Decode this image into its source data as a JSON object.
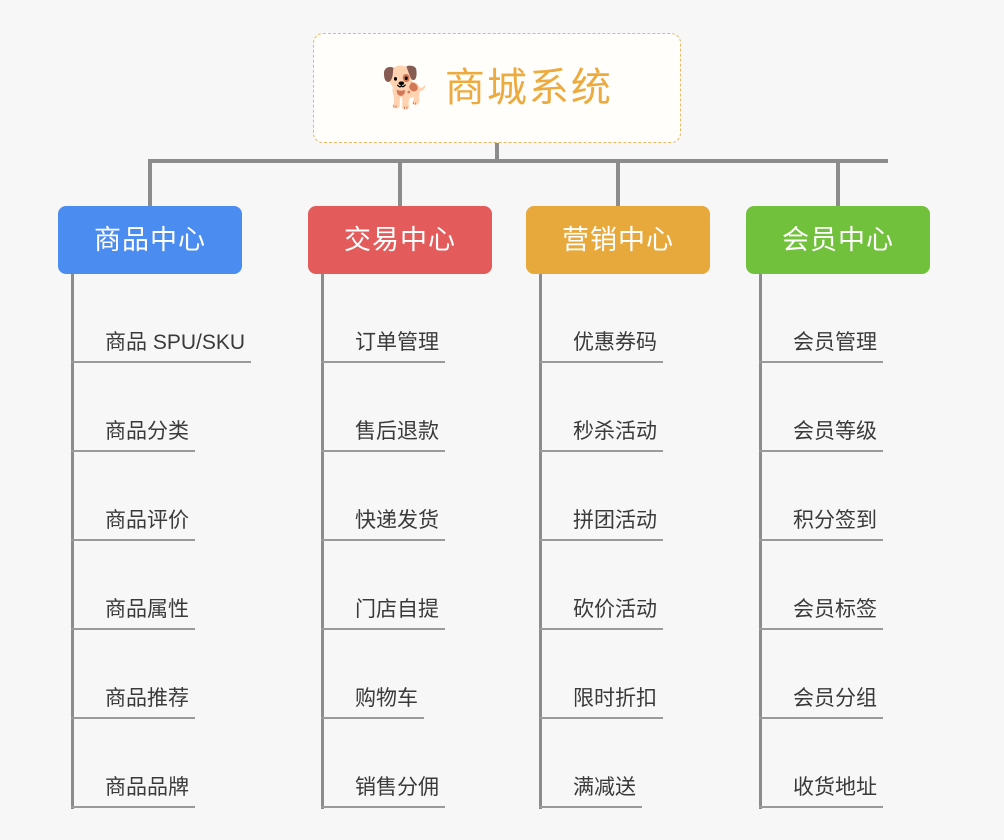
{
  "root": {
    "icon": "shiba-dog-face-icon",
    "icon_glyph": "🐕",
    "title": "商城系统",
    "accent_color": "#edaa3e",
    "border_color": "#e8b865",
    "background": "#fffefb"
  },
  "canvas": {
    "background": "#f7f7f7",
    "connector_color": "#8c8c8c",
    "leaf_line_color": "#9a9a9a",
    "leaf_text_color": "#3a3a3a"
  },
  "columns": [
    {
      "header": "商品中心",
      "color": "#4a8cf0",
      "items": [
        "商品 SPU/SKU",
        "商品分类",
        "商品评价",
        "商品属性",
        "商品推荐",
        "商品品牌"
      ]
    },
    {
      "header": "交易中心",
      "color": "#e35b5b",
      "items": [
        "订单管理",
        "售后退款",
        "快递发货",
        "门店自提",
        "购物车",
        "销售分佣"
      ]
    },
    {
      "header": "营销中心",
      "color": "#e8a93c",
      "items": [
        "优惠券码",
        "秒杀活动",
        "拼团活动",
        "砍价活动",
        "限时折扣",
        "满减送"
      ]
    },
    {
      "header": "会员中心",
      "color": "#72c13c",
      "items": [
        "会员管理",
        "会员等级",
        "积分签到",
        "会员标签",
        "会员分组",
        "收货地址"
      ]
    }
  ]
}
